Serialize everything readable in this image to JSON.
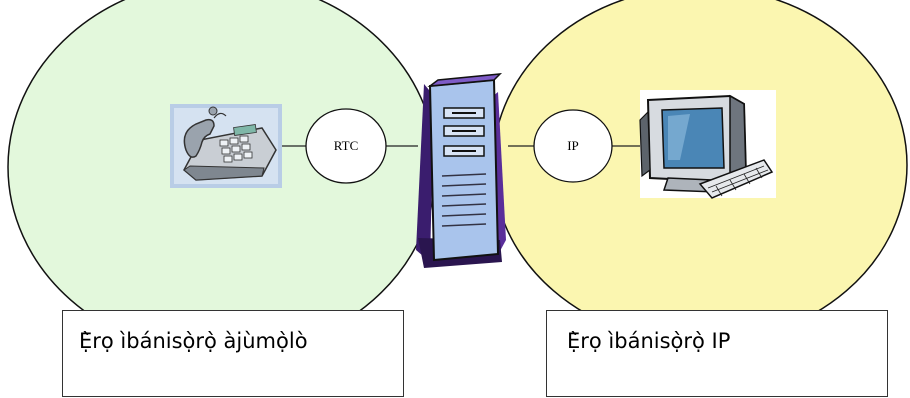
{
  "nodes": {
    "rtc_label": "RTC",
    "ip_label": "IP"
  },
  "captions": {
    "left": "Ẹ̀rọ ìbánisọ̀rọ̀ àjùmọ̀lò",
    "right": "Ẹ̀rọ ìbánisọ̀rọ̀ IP"
  },
  "colors": {
    "left_network": "#e3f8dc",
    "right_network": "#fbf6b0",
    "server_body": "#a9c4ec",
    "server_shadow": "#3a1d6e",
    "telephone": "#c9ced4",
    "monitor_screen": "#4a86b6"
  },
  "icons": {
    "left_device": "telephone-icon",
    "center_device": "server-tower-icon",
    "right_device": "computer-icon"
  }
}
